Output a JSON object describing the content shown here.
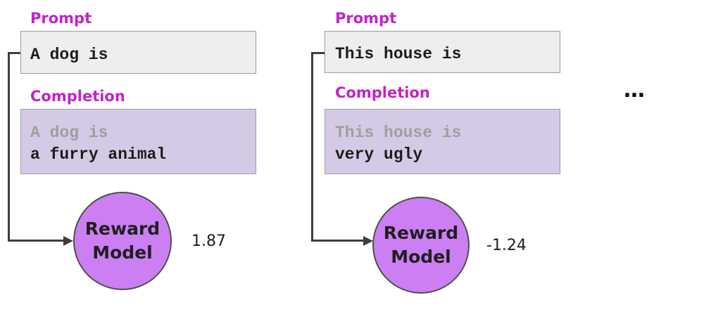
{
  "examples": [
    {
      "prompt_label": "Prompt",
      "prompt_text": "A dog is",
      "completion_label": "Completion",
      "completion_prefix": "A dog is",
      "completion_text": "a furry animal",
      "reward_model_line1": "Reward",
      "reward_model_line2": "Model",
      "score": "1.87"
    },
    {
      "prompt_label": "Prompt",
      "prompt_text": "This house is",
      "completion_label": "Completion",
      "completion_prefix": "This house is",
      "completion_text": "very ugly",
      "reward_model_line1": "Reward",
      "reward_model_line2": "Model",
      "score": "-1.24"
    }
  ],
  "continuation": "…",
  "colors": {
    "label_magenta": "#c322c8",
    "prompt_fill": "#eeeeee",
    "completion_fill": "#d5cae5",
    "reward_fill": "#cc7ff2"
  }
}
